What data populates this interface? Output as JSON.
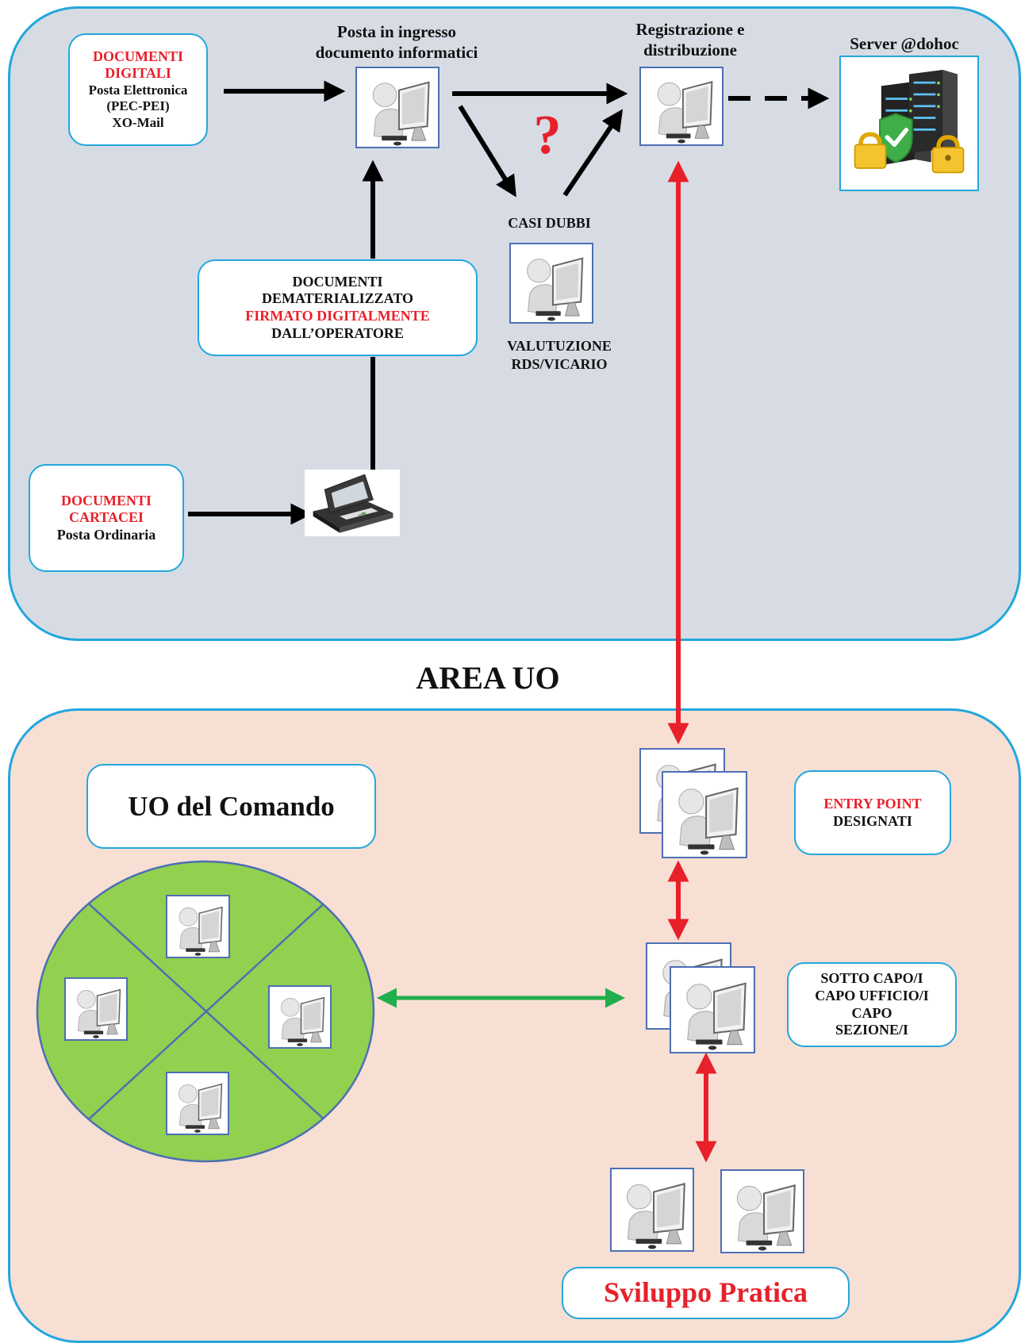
{
  "area_label": "AREA UO",
  "digital_docs": {
    "title_line1": "DOCUMENTI",
    "title_line2": "DIGITALI",
    "line1": "Posta Elettronica",
    "line2": "(PEC-PEI)",
    "line3": "XO-Mail"
  },
  "incoming_label": {
    "line1": "Posta in ingresso",
    "line2": "documento informatici"
  },
  "registration_label": {
    "line1": "Registrazione e",
    "line2": "distribuzione"
  },
  "server_label": "Server @dohoc",
  "doubt_mark": "?",
  "doubtful_cases_label": "CASI DUBBI",
  "evaluation_label": {
    "line1": "VALUTUZIONE",
    "line2": "RDS/VICARIO"
  },
  "dematerialized": {
    "line1": "DOCUMENTI",
    "line2": "DEMATERIALIZZATO",
    "line3": "FIRMATO DIGITALMENTE",
    "line4": "DALL’OPERATORE"
  },
  "paper_docs": {
    "title_line1": "DOCUMENTI",
    "title_line2": "CARTACEI",
    "line1": "Posta Ordinaria"
  },
  "uo_command": "UO del Comando",
  "entry_point": {
    "line1": "ENTRY POINT",
    "line2": "DESIGNATI"
  },
  "chiefs": {
    "line1": "SOTTO CAPO/I",
    "line2": "CAPO UFFICIO/I",
    "line3": "CAPO",
    "line4": "SEZIONE/I"
  },
  "development": "Sviluppo Pratica",
  "colors": {
    "zone_border": "#22a7dd",
    "top_zone_fill": "#d7dce4",
    "bottom_zone_fill": "#f7dfd4",
    "accent_red": "#e8202a",
    "circle_green": "#92d050",
    "link_green": "#1fae4b",
    "frame_blue": "#4d6fb3"
  }
}
